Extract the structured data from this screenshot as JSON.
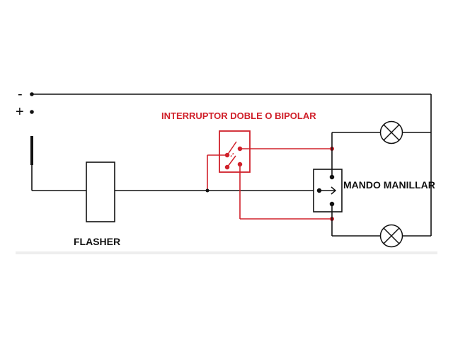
{
  "diagram": {
    "labels": {
      "minus": "-",
      "plus": "+",
      "flasher": "FLASHER",
      "switch": "INTERRUPTOR DOBLE O BIPOLAR",
      "handlebar_control": "MANDO MANILLAR"
    },
    "colors": {
      "wire": "#111111",
      "switch_wire": "#d0202a",
      "label_red": "#d0202a"
    }
  }
}
